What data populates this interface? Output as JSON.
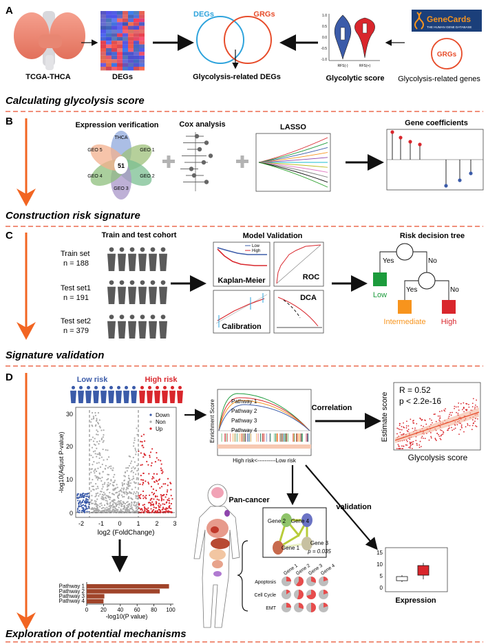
{
  "panels": {
    "a": {
      "letter": "A",
      "tcga": "TCGA-THCA",
      "degs": "DEGs",
      "venn_left": "DEGs",
      "venn_right": "GRGs",
      "venn_result": "Glycolysis-related DEGs",
      "violin_xlabels": [
        "RFS(-)",
        "RFS(+)"
      ],
      "violin_yticks": [
        "1.0",
        "0.5",
        "0.0",
        "-0.5",
        "-1.0"
      ],
      "glycolytic_score": "Glycolytic score",
      "genecards_logo": "GeneCards",
      "genecards_sub": "THE HUMAN GENE DATABASE",
      "grgs_circle": "GRGs",
      "grgs_label": "Glycolysis-related genes",
      "section_title": "Calculating glycolysis score"
    },
    "b": {
      "letter": "B",
      "expression_title": "Expression verification",
      "petals": [
        "THCA",
        "GEO 1",
        "GEO 2",
        "GEO 3",
        "GEO 4",
        "GEO 5"
      ],
      "center_count": "51",
      "cox_title": "Cox analysis",
      "lasso_title": "LASSO",
      "coef_title": "Gene coefficients",
      "section_title": "Construction risk signature"
    },
    "c": {
      "letter": "C",
      "cohort_title": "Train and test cohort",
      "sets": [
        {
          "name": "Train set",
          "n": "n = 188"
        },
        {
          "name": "Test set1",
          "n": "n = 191"
        },
        {
          "name": "Test set2",
          "n": "n = 379"
        }
      ],
      "validation_title": "Model Validation",
      "km_legend_low": "Low",
      "km_legend_high": "High",
      "km_label": "Kaplan-Meier",
      "roc_label": "ROC",
      "calibration_label": "Calibration",
      "dca_label": "DCA",
      "tree_title": "Risk decision tree",
      "tree_yes1": "Yes",
      "tree_no1": "No",
      "tree_yes2": "Yes",
      "tree_no2": "No",
      "low": "Low",
      "intermediate": "Intermediate",
      "high": "High",
      "section_title": "Signature validation"
    },
    "d": {
      "letter": "D",
      "low_risk": "Low risk",
      "high_risk": "High risk",
      "volcano_yticks": [
        "30",
        "20",
        "10",
        "0"
      ],
      "volcano_xticks": [
        "-2",
        "-1",
        "0",
        "1",
        "2",
        "3"
      ],
      "volcano_ylabel": "-log10(Adjust P-value)",
      "volcano_xlabel": "log2 (FoldChange)",
      "volcano_legend": [
        "Down",
        "Non",
        "Up"
      ],
      "enrich_ylabel": "Enrichment Score",
      "pathways": [
        "Pathway 1",
        "Pathway 2",
        "Pathway 3",
        "Pathway 4"
      ],
      "gsea_axis": "High risk<----------Low risk",
      "correlation": "Correlation",
      "r_value": "R = 0.52",
      "p_value": "p < 2.2e-16",
      "estimate_ylabel": "Estimate score",
      "glyco_xlabel": "Glycolysis score",
      "pan_cancer": "Pan-cancer",
      "genes": [
        "Gene 1",
        "Gene 2",
        "Gene 3",
        "Gene 4"
      ],
      "network_p": "p = 0.035",
      "hallmarks": [
        "Apoptosis",
        "Cell Cycle",
        "EMT"
      ],
      "validation": "validation",
      "expression_yticks": [
        "15",
        "10",
        "5",
        "0"
      ],
      "expression_label": "Expression",
      "bar_xlabel": "-log10(P value)",
      "bar_xticks": [
        "0",
        "20",
        "40",
        "60",
        "80",
        "100"
      ],
      "section_title": "Exploration of potential mechanisms"
    }
  },
  "chart_data": [
    {
      "type": "bar",
      "orientation": "horizontal",
      "categories": [
        "Pathway 1",
        "Pathway 2",
        "Pathway 3",
        "Pathway 4"
      ],
      "values": [
        98,
        87,
        21,
        20
      ],
      "xlabel": "-log10(P value)",
      "xlim": [
        0,
        100
      ]
    }
  ],
  "colors": {
    "accent": "#e74c2a",
    "arrow": "#f26522",
    "blue": "#3b5ba9",
    "red": "#d9262c",
    "green": "#1c9b3c",
    "orange": "#f7941d",
    "bar": "#a0442a"
  }
}
